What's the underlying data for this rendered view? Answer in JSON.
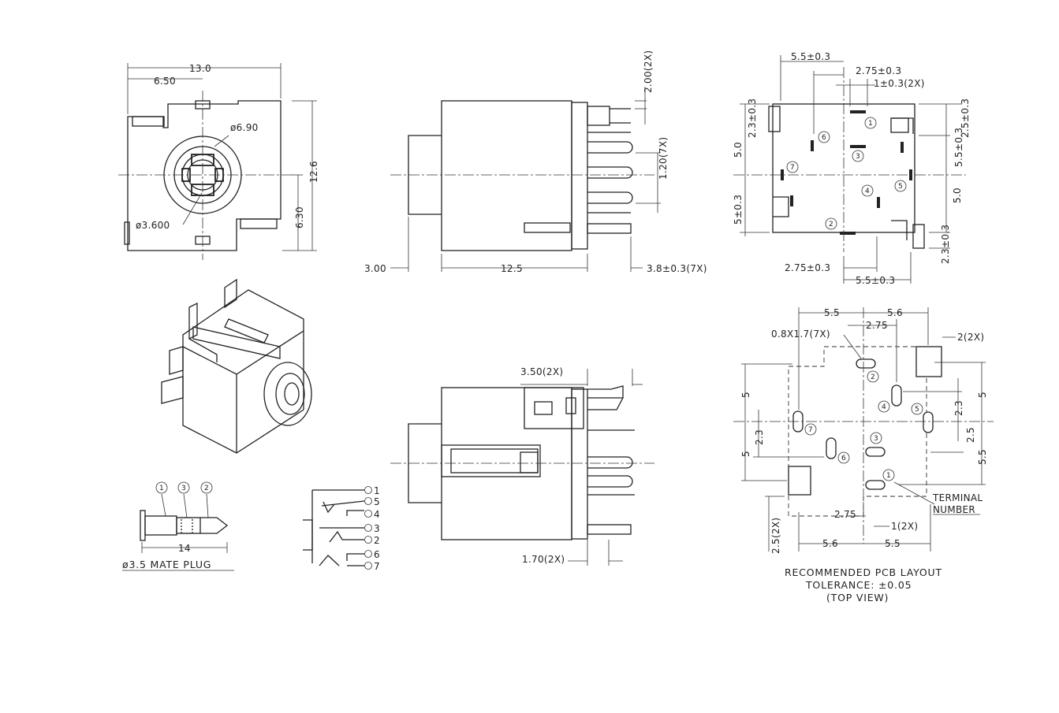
{
  "front_view": {
    "dim_width": "13.0",
    "dim_half_width": "6.50",
    "dim_outer_dia": "ø6.90",
    "dim_inner_dia": "ø3.600",
    "dim_height": "12.6",
    "dim_half_height": "6.30"
  },
  "side_view": {
    "dim_top_pins": "2.00(2X)",
    "dim_pin_pitch": "1.20(7X)",
    "dim_nose": "3.00",
    "dim_body_length": "12.5",
    "dim_pin_length": "3.8±0.3(7X)"
  },
  "bottom_view": {
    "dim_a": "5.5±0.3",
    "dim_b": "2.75±0.3",
    "dim_c": "1±0.3(2X)",
    "dim_d": "2.3±0.3",
    "dim_e": "5.0",
    "dim_f": "5±0.3",
    "dim_g": "2.5±0.3",
    "dim_h": "5.5±0.3",
    "dim_i": "5.0",
    "dim_j": "2.3±0.3",
    "dim_k": "2.75±0.3",
    "dim_l": "5.5±0.3",
    "pins": [
      "1",
      "2",
      "3",
      "4",
      "5",
      "6",
      "7"
    ]
  },
  "plug": {
    "labels": [
      "1",
      "3",
      "2"
    ],
    "dim_length": "14",
    "caption": "ø3.5 MATE PLUG"
  },
  "schematic": {
    "pins": [
      "1",
      "5",
      "4",
      "3",
      "2",
      "6",
      "7"
    ]
  },
  "lower_side_view": {
    "dim_top": "3.50(2X)",
    "dim_bottom": "1.70(2X)"
  },
  "pcb_layout": {
    "dim_top_left": "5.5",
    "dim_top_right": "5.6",
    "dim_top_mid": "2.75",
    "dim_slot": "0.8X1.7(7X)",
    "dim_pad": "2(2X)",
    "dim_left_upper": "5",
    "dim_left_mid": "2.3",
    "dim_left_lower": "5",
    "dim_right_upper": "5",
    "dim_right_a": "2.3",
    "dim_right_b": "2.5",
    "dim_right_c": "5.5",
    "dim_pad_height": "2.5(2X)",
    "dim_bottom_mid": "2.75",
    "dim_bottom_small": "1(2X)",
    "dim_bottom_left": "5.6",
    "dim_bottom_right": "5.5",
    "terminal_label_1": "TERMINAL",
    "terminal_label_2": "NUMBER",
    "pins": [
      "1",
      "2",
      "3",
      "4",
      "5",
      "6",
      "7"
    ],
    "caption_1": "RECOMMENDED PCB LAYOUT",
    "caption_2": "TOLERANCE: ±0.05",
    "caption_3": "(TOP VIEW)"
  }
}
